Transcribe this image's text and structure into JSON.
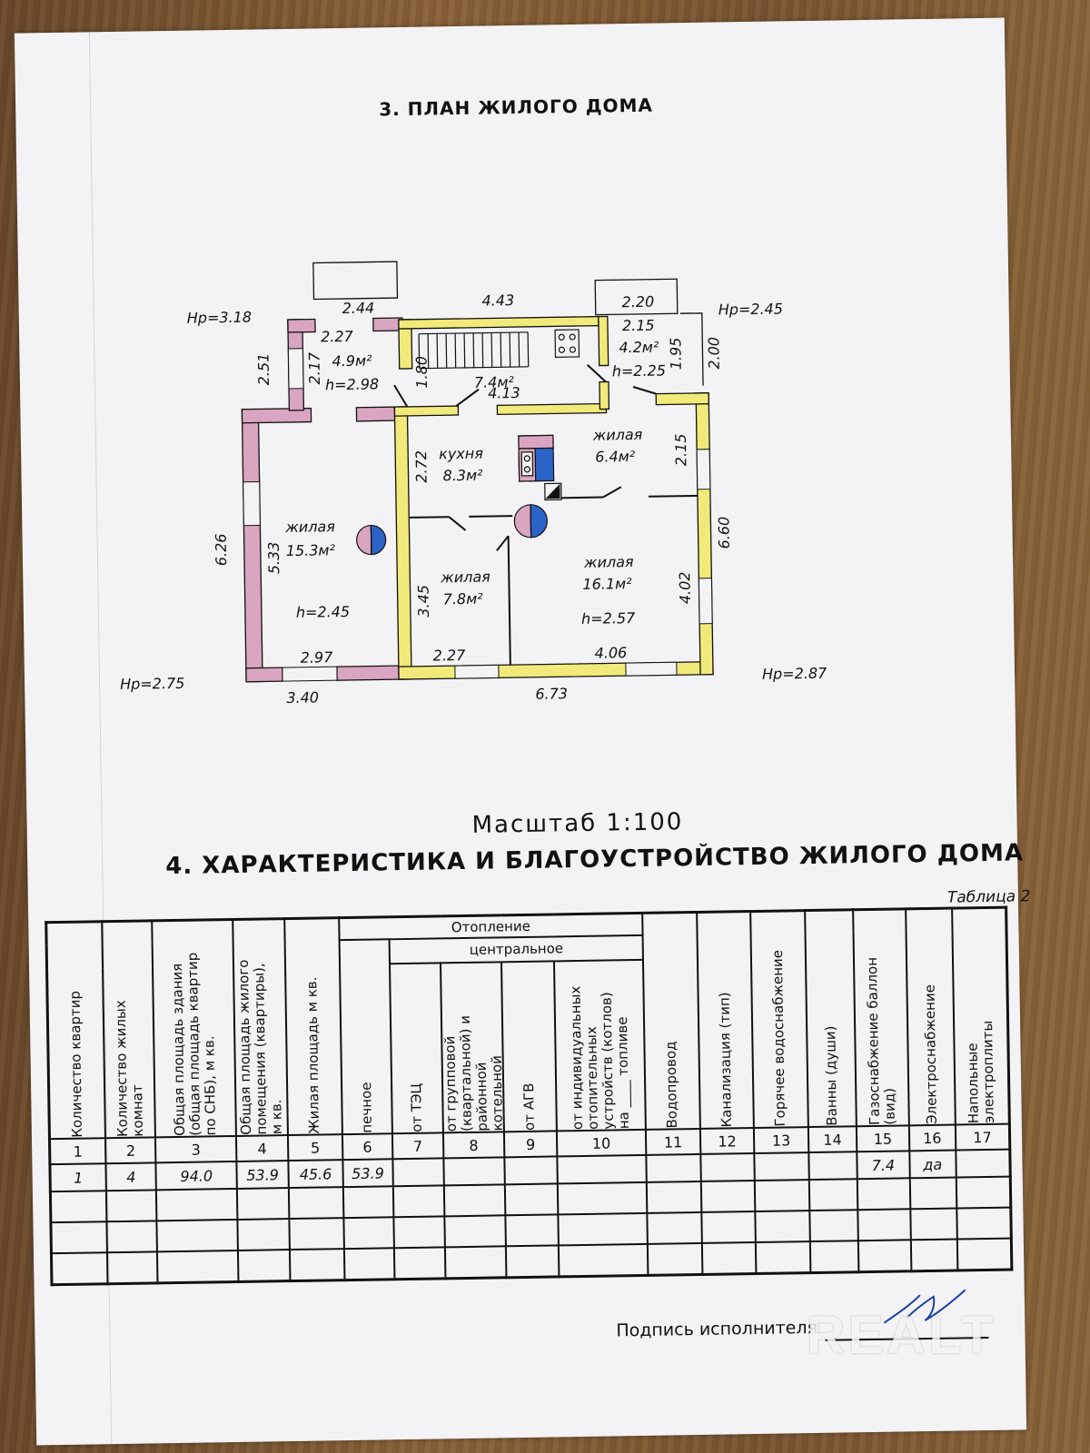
{
  "plan": {
    "title": "3. ПЛАН ЖИЛОГО ДОМА",
    "scale": "Масштаб 1:100",
    "heights": {
      "nw": "Hp=3.18",
      "ne": "Hp=2.45",
      "sw": "Hp=2.75",
      "se": "Hp=2.87"
    },
    "rooms": {
      "hall_left": {
        "area": "4.9м²",
        "height": "h=2.98"
      },
      "hall_mid": {
        "area": "7.4м²"
      },
      "hall_right": {
        "area": "4.2м²",
        "height": "h=2.25"
      },
      "kitchen": {
        "name": "кухня",
        "area": "8.3м²"
      },
      "living_ne": {
        "name": "жилая",
        "area": "6.4м²"
      },
      "living_w": {
        "name": "жилая",
        "area": "15.3м²",
        "height": "h=2.45"
      },
      "living_c": {
        "name": "жилая",
        "area": "7.8м²"
      },
      "living_se": {
        "name": "жилая",
        "area": "16.1м²",
        "height": "h=2.57"
      }
    },
    "dims": {
      "d244": "2.44",
      "d227a": "2.27",
      "d443": "4.43",
      "d220": "2.20",
      "d215a": "2.15",
      "d251": "2.51",
      "d217": "2.17",
      "d180": "1.80",
      "d413": "4.13",
      "d195": "1.95",
      "d200": "2.00",
      "d272": "2.72",
      "d215b": "2.15",
      "d626": "6.26",
      "d533": "5.33",
      "d660": "6.60",
      "d345": "3.45",
      "d402": "4.02",
      "d297": "2.97",
      "d227b": "2.27",
      "d406": "4.06",
      "d340": "3.40",
      "d673": "6.73"
    }
  },
  "section4": {
    "title": "4. ХАРАКТЕРИСТИКА И БЛАГОУСТРОЙСТВО ЖИЛОГО ДОМА",
    "table_label": "Таблица 2"
  },
  "table": {
    "group_heating": "Отопление",
    "group_central": "центральное",
    "headers": {
      "c1": "Количество квартир",
      "c2": "Количество жилых комнат",
      "c3": "Общая площадь здания (общая площадь квартир по СНБ), м кв.",
      "c4": "Общая площадь жилого помещения (квартиры), м кв.",
      "c5": "Жилая площадь м кв.",
      "c6": "печное",
      "c7": "от ТЭЦ",
      "c8": "от групповой (квартальной) и районной котельной",
      "c9": "от АГВ",
      "c10": "от индивидуальных отопительных устройств (котлов) на ____ топливе",
      "c11": "Водопровод",
      "c12": "Канализация (тип)",
      "c13": "Горячее водоснабжение",
      "c14": "Ванны (души)",
      "c15": "Газоснабжение баллон (вид)",
      "c16": "Электроснабжение",
      "c17": "Напольные электроплиты"
    },
    "numbers": [
      "1",
      "2",
      "3",
      "4",
      "5",
      "6",
      "7",
      "8",
      "9",
      "10",
      "11",
      "12",
      "13",
      "14",
      "15",
      "16",
      "17"
    ],
    "row1": {
      "c1": "1",
      "c2": "4",
      "c3": "94.0",
      "c4": "53.9",
      "c5": "45.6",
      "c6": "53.9",
      "c15": "7.4",
      "c16": "да"
    }
  },
  "signature": {
    "label": "Подпись исполнителя"
  },
  "watermark": "REALT"
}
